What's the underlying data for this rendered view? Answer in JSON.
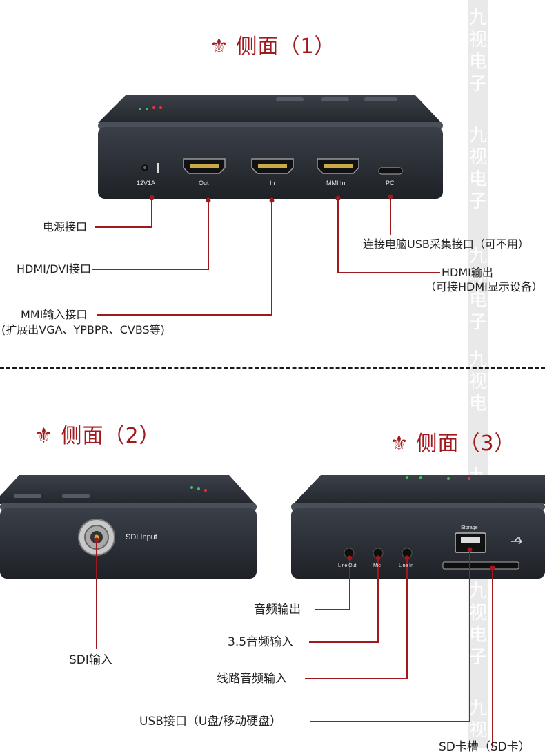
{
  "sections": {
    "side1_title": "侧面（1）",
    "side2_title": "侧面（2）",
    "side3_title": "侧面（3）"
  },
  "device1": {
    "ports": [
      "12V1A",
      "Out",
      "In",
      "MMI In",
      "PC"
    ]
  },
  "device2": {
    "ports": [
      "SDI Input"
    ]
  },
  "device3": {
    "ports": [
      "Line Out",
      "Mic",
      "Line In",
      "Storage"
    ]
  },
  "callouts": {
    "power": "电源接口",
    "hdmi_dvi": "HDMI/DVI接口",
    "mmi_in": "MMI输入接口",
    "mmi_in_note": "(扩展出VGA、YPBPR、CVBS等)",
    "pc_usb": "连接电脑USB采集接口（可不用）",
    "hdmi_out": "HDMI输出",
    "hdmi_out_note": "（可接HDMI显示设备）",
    "sdi_in": "SDI输入",
    "audio_out": "音频输出",
    "audio_in_35": "3.5音频输入",
    "line_in": "线路音频输入",
    "usb": "USB接口（U盘/移动硬盘）",
    "sd": "SD卡槽（SD卡）"
  },
  "watermark": [
    "九",
    "视",
    "电",
    "子"
  ],
  "colors": {
    "accent": "#a0191d",
    "device": "#2b2f36"
  }
}
